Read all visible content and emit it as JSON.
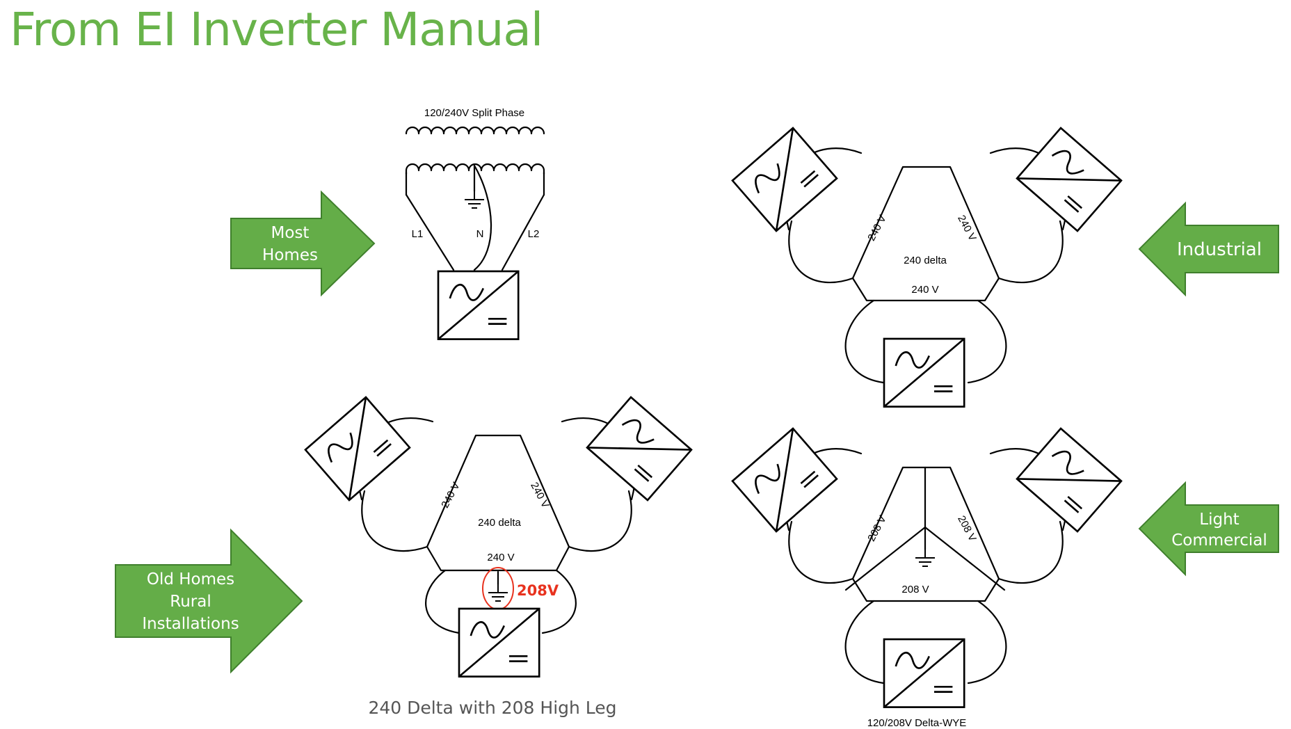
{
  "title": "From EI Inverter Manual",
  "arrows": {
    "most_homes": [
      "Most",
      "Homes"
    ],
    "old_homes": [
      "Old Homes",
      "Rural",
      "Installations"
    ],
    "industrial": [
      "Industrial"
    ],
    "light_commercial": [
      "Light",
      "Commercial"
    ]
  },
  "split_phase": {
    "title": "120/240V Split Phase",
    "l1": "L1",
    "n": "N",
    "l2": "L2"
  },
  "high_leg": {
    "left_voltage": "240 V",
    "right_voltage": "240 V",
    "center": "240 delta",
    "bottom_voltage": "240 V",
    "highlight": "208V",
    "caption": "240 Delta with 208 High Leg"
  },
  "industrial_delta": {
    "left_voltage": "240 V",
    "right_voltage": "240 V",
    "center": "240 delta",
    "bottom_voltage": "240 V"
  },
  "delta_wye": {
    "left_voltage": "208 V",
    "right_voltage": "208 V",
    "bottom_voltage": "208 V",
    "caption": "120/208V Delta-WYE"
  },
  "colors": {
    "title": "#68b34a",
    "arrow_fill": "#64ad48",
    "arrow_border": "#3f7f2c",
    "highlight": "#e8321e",
    "caption": "#555555"
  },
  "icons": [
    "inverter-icon",
    "ground-icon",
    "transformer-coil"
  ]
}
